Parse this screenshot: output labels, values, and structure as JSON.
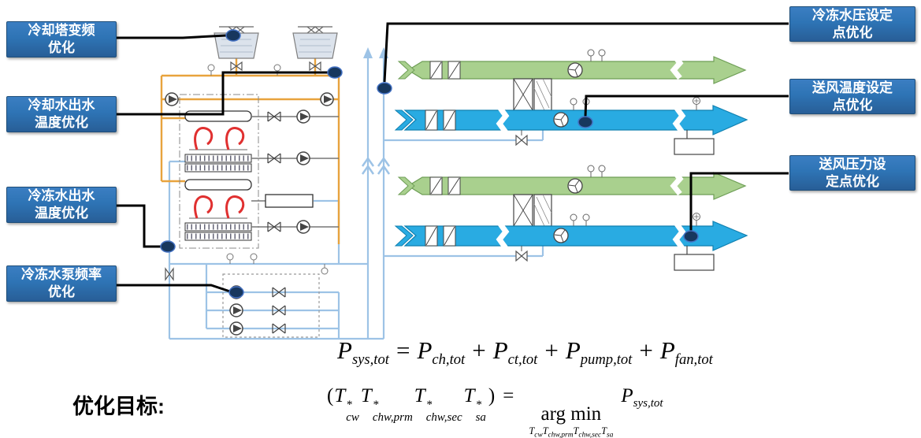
{
  "callouts": {
    "left": [
      {
        "label": "冷却塔变频\n优化"
      },
      {
        "label": "冷却水出水\n温度优化"
      },
      {
        "label": "冷冻水出水\n温度优化"
      },
      {
        "label": "冷冻水泵频率\n优化"
      }
    ],
    "right": [
      {
        "label": "冷冻水压设定\n点优化"
      },
      {
        "label": "送风温度设定\n点优化"
      },
      {
        "label": "送风压力设\n定点优化"
      }
    ]
  },
  "objective_label": "优化目标:",
  "formula1": {
    "lhs": {
      "base": "P",
      "sub": "sys,tot"
    },
    "eq": "=",
    "plus": "+",
    "terms": [
      {
        "base": "P",
        "sub": "ch,tot"
      },
      {
        "base": "P",
        "sub": "ct,tot"
      },
      {
        "base": "P",
        "sub": "pump,tot"
      },
      {
        "base": "P",
        "sub": "fan,tot"
      }
    ]
  },
  "formula2": {
    "lparen": "(",
    "rparen": ")",
    "eq": "=",
    "argmin": "arg min",
    "vars": [
      {
        "base": "T",
        "sup": "*",
        "sub": "cw"
      },
      {
        "base": "T",
        "sup": "*",
        "sub": "chw,prm"
      },
      {
        "base": "T",
        "sup": "*",
        "sub": "chw,sec"
      },
      {
        "base": "T",
        "sup": "*",
        "sub": "sa"
      }
    ],
    "under": [
      {
        "base": "T",
        "sub": "cw"
      },
      {
        "base": "T",
        "sub": "chw,prm"
      },
      {
        "base": "T",
        "sub": "chw,sec"
      },
      {
        "base": "T",
        "sub": "sa"
      }
    ],
    "rhs": {
      "base": "P",
      "sub": "sys,tot"
    }
  },
  "colors": {
    "callout_bg": "#2E74B5",
    "condenser_pipe": "#E8A33D",
    "chilled_pipe": "#9DC3E6",
    "supply_duct": "#29ABE2",
    "return_duct": "#A9D08E",
    "compressor_red": "#E03030",
    "anchor_marker": "#17375E",
    "connector": "#000000"
  }
}
